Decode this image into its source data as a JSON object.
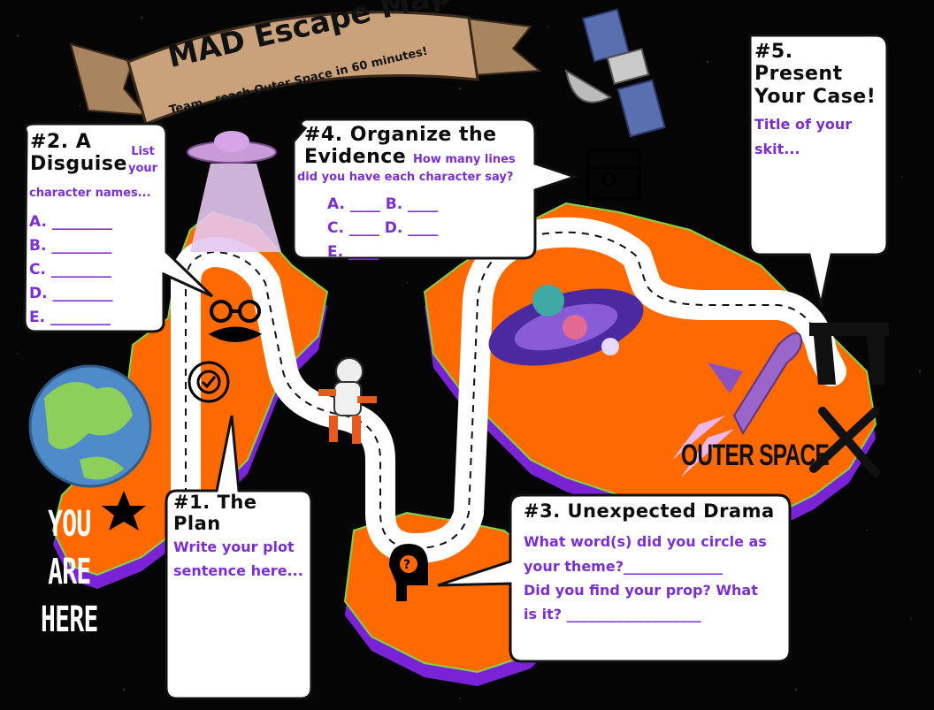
{
  "banner": {
    "title": "MAD Escape Map",
    "subtitle": "Team...reach Outer Space in 60 minutes!"
  },
  "step1": {
    "heading": "#1. The Plan",
    "prompt_line1": "Write your plot",
    "prompt_line2": "sentence here..."
  },
  "step2": {
    "heading_line1": "#2. A",
    "heading_line2": "Disguise",
    "side_line1": "List",
    "side_line2": "your",
    "prompt": "character names...",
    "lines": [
      "A. ________",
      "B. ________",
      "C. ________",
      "D. ________",
      "E. ________"
    ]
  },
  "step3": {
    "heading": "#3. Unexpected Drama",
    "line1": "What word(s) did you circle as",
    "line2": "your theme?______________",
    "line3": "Did you find your prop? What",
    "line4": "is it? ___________________"
  },
  "step4": {
    "heading_line1": "#4. Organize the",
    "heading_line2": "Evidence",
    "prompt_line1": "How many lines",
    "prompt_line2": "did you have each character say?",
    "row1": "A. ____ B. ____",
    "row2": "C. ____ D. ____",
    "row3": "E. ____"
  },
  "step5": {
    "heading_line1": "#5. Present",
    "heading_line2": "Your Case!",
    "prompt_line1": "Title of your",
    "prompt_line2": "skit..."
  },
  "labels": {
    "you": "YOU",
    "are": "ARE",
    "here": "HERE",
    "outer_space": "OUTER SPACE"
  },
  "colors": {
    "background": "#050505",
    "island": "#ff6a00",
    "island_shadow": "#7a22d6",
    "prompt_purple": "#7b2fd1",
    "banner": "#c9a27b"
  },
  "icons": [
    "ufo-icon",
    "disguise-glasses-icon",
    "gear-check-icon",
    "astronaut-icon",
    "head-question-icon",
    "galaxy-icon",
    "rocket-icon",
    "satellite-icon",
    "stage-curtain-icon",
    "planet-earth-icon",
    "star-icon",
    "x-mark-icon",
    "courtroom-icon"
  ]
}
